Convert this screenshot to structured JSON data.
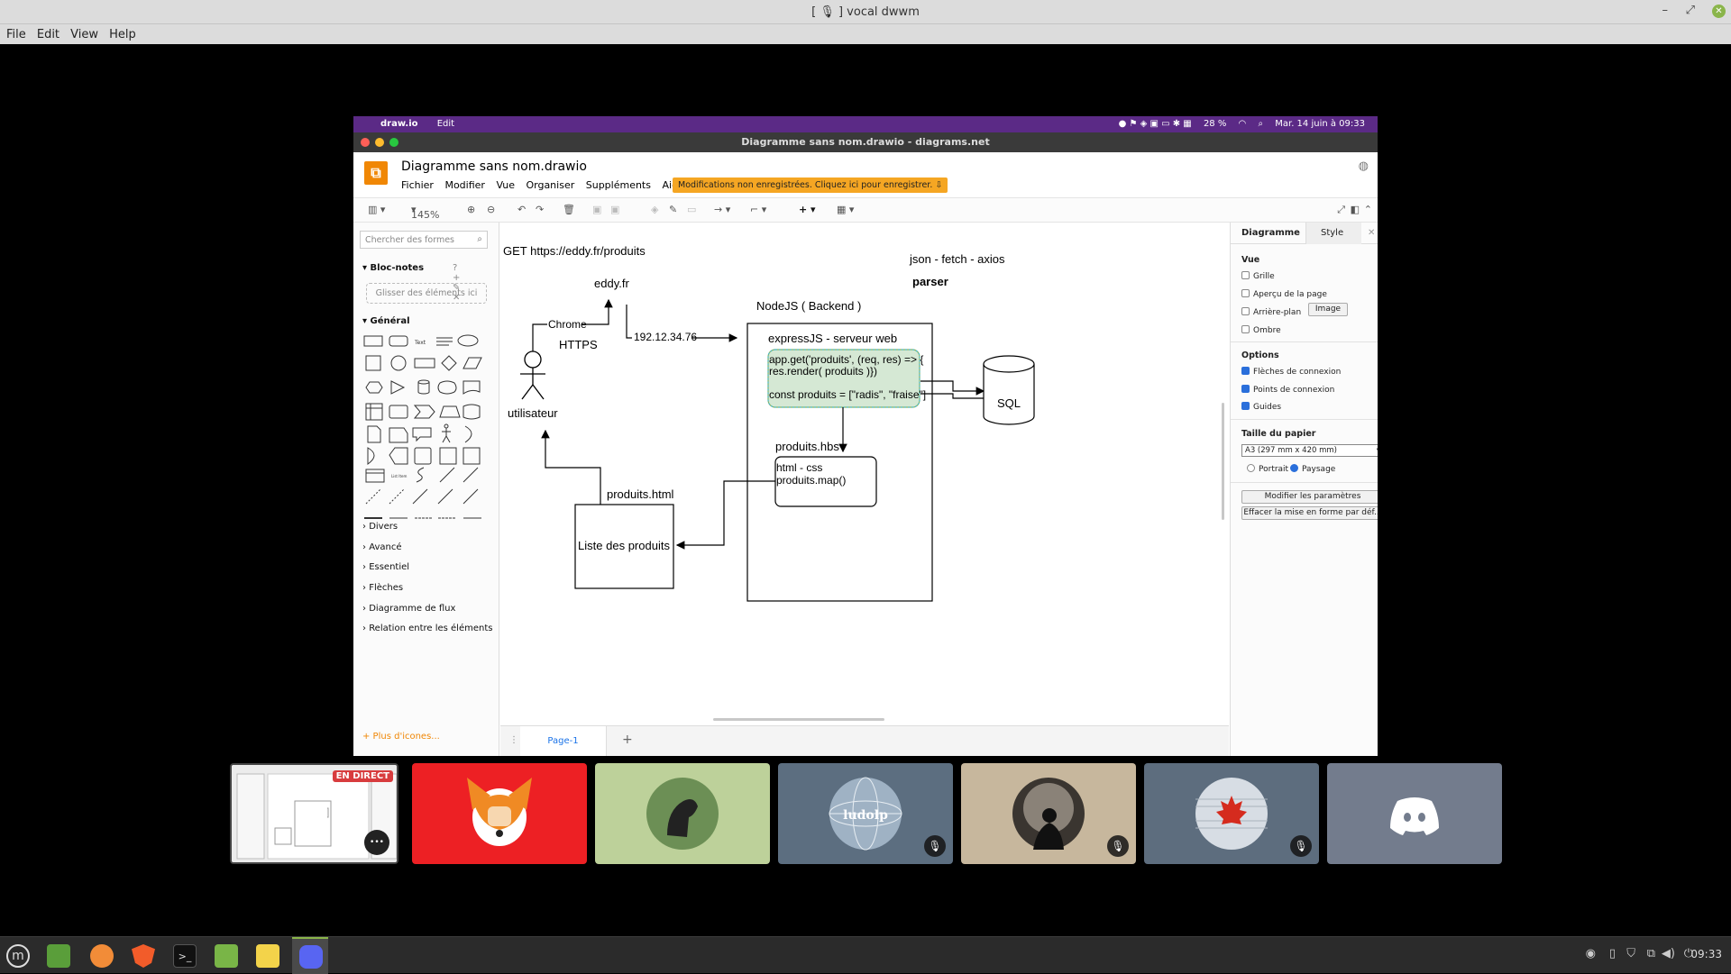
{
  "window": {
    "title": "[ 🎙 ] vocal dwwm",
    "menu": [
      "File",
      "Edit",
      "View",
      "Help"
    ]
  },
  "mac": {
    "app": "draw.io",
    "menu_edit": "Edit",
    "battery": "28 %",
    "datetime": "Mar. 14 juin à 09:33",
    "window_title": "Diagramme sans nom.drawio - diagrams.net"
  },
  "drawio": {
    "doc_name": "Diagramme sans nom.drawio",
    "menu": [
      "Fichier",
      "Modifier",
      "Vue",
      "Organiser",
      "Suppléments",
      "Aide"
    ],
    "unsaved_notice": "Modifications non enregistrées. Cliquez ici pour enregistrer.",
    "zoom": "145%",
    "search_placeholder": "Chercher des formes",
    "scratchpad": "Bloc-notes",
    "drop_here": "Glisser des éléments ici",
    "general": "Général",
    "sections": [
      "Divers",
      "Avancé",
      "Essentiel",
      "Flèches",
      "Diagramme de flux",
      "Relation entre les éléments"
    ],
    "more_icons": "+ Plus d'icones...",
    "page_tab": "Page-1"
  },
  "diagram": {
    "get_url": "GET https://eddy.fr/produits",
    "json_fetch": "json - fetch - axios",
    "parser": "parser",
    "eddy": "eddy.fr",
    "chrome": "Chrome",
    "https": "HTTPS",
    "ip": "192.12.34.76",
    "user": "utilisateur",
    "node_title": "NodeJS ( Backend )",
    "express_title": "expressJS - serveur web",
    "code_line1": "app.get('produits', (req, res) => {",
    "code_line2": "res.render( produits )})",
    "code_line3": "const produits = [\"radis\", \"fraise\"]",
    "sql": "SQL",
    "hbs_title": "produits.hbs",
    "hbs_line1": "html - css",
    "hbs_line2": "produits.map()",
    "html_title": "produits.html",
    "list": "Liste des produits"
  },
  "format_panel": {
    "tab_diagram": "Diagramme",
    "tab_style": "Style",
    "view": "Vue",
    "grid": "Grille",
    "page_view": "Aperçu de la page",
    "background": "Arrière-plan",
    "image_btn": "Image",
    "shadow": "Ombre",
    "options": "Options",
    "connection_arrows": "Flèches de connexion",
    "connection_points": "Points de connexion",
    "guides": "Guides",
    "paper_size": "Taille du papier",
    "paper_value": "A3 (297 mm x 420 mm)",
    "portrait": "Portrait",
    "landscape": "Paysage",
    "edit_btn": "Modifier les paramètres",
    "clear_btn": "Effacer la mise en forme par déf..."
  },
  "call": {
    "live_badge": "EN DIRECT",
    "more": "•••"
  },
  "taskbar": {
    "clock": "09:33"
  }
}
